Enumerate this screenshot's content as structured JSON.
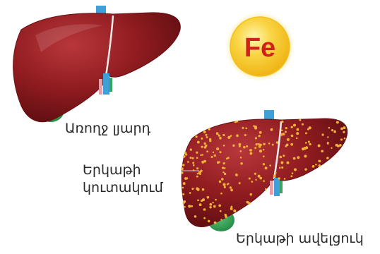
{
  "labels": {
    "healthy_liver": "Առողջ լյարդ",
    "iron_deposit_line1": "Երկաթի",
    "iron_deposit_line2": "կուտակում",
    "iron_overload": "Երկաթի ավելցուկ"
  },
  "badge": {
    "symbol": "Fe"
  },
  "colors": {
    "liver": "#8e1b1f",
    "liver_dark": "#6a1014",
    "liver_highlight": "#c0484a",
    "gallbladder": "#3aa55a",
    "vein_blue": "#3fa0d8",
    "artery_pink": "#e7a0a8",
    "iron_dots": "#f2b23a",
    "badge_outer": "#fbe27a",
    "badge_inner": "#f6c21b",
    "badge_text": "#d0211c"
  }
}
